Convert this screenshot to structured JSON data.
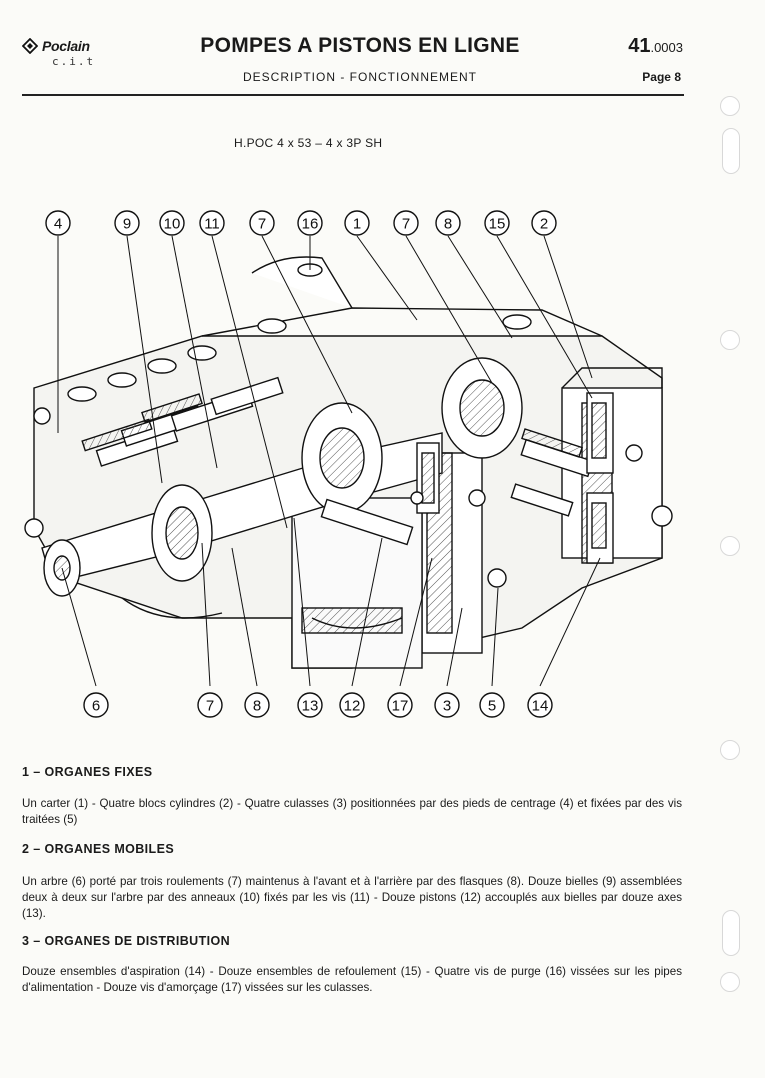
{
  "header": {
    "brand": "Poclain",
    "brand_sub": "c.i.t",
    "title": "POMPES A PISTONS EN LIGNE",
    "subtitle": "DESCRIPTION - FONCTIONNEMENT",
    "doc_number_main": "41",
    "doc_number_sub": ".0003",
    "page": "Page 8"
  },
  "figure": {
    "caption": "H.POC 4 x 53  –  4 x 3P SH",
    "top_callouts": [
      "4",
      "9",
      "10",
      "11",
      "7",
      "16",
      "1",
      "7",
      "8",
      "15",
      "2"
    ],
    "bottom_callouts": [
      "6",
      "7",
      "8",
      "13",
      "12",
      "17",
      "3",
      "5",
      "14"
    ]
  },
  "sections": [
    {
      "heading": "1 – ORGANES FIXES",
      "text": "Un carter (1) - Quatre blocs cylindres (2) - Quatre culasses (3) positionnées par des pieds de centrage (4) et fixées par des vis traitées (5)"
    },
    {
      "heading": "2 – ORGANES MOBILES",
      "text": "Un arbre (6) porté par trois roulements (7) maintenus à l'avant et à l'arrière par des flasques (8). Douze bielles (9) assemblées deux à deux sur l'arbre par des anneaux (10) fixés par les vis (11) - Douze pistons (12) accouplés aux bielles par douze axes (13)."
    },
    {
      "heading": "3 – ORGANES DE DISTRIBUTION",
      "text": "Douze ensembles d'aspiration (14) - Douze ensembles de refoulement (15) - Quatre vis de purge (16) vissées sur les pipes d'alimentation - Douze vis d'amorçage (17) vissées sur les culasses."
    }
  ]
}
